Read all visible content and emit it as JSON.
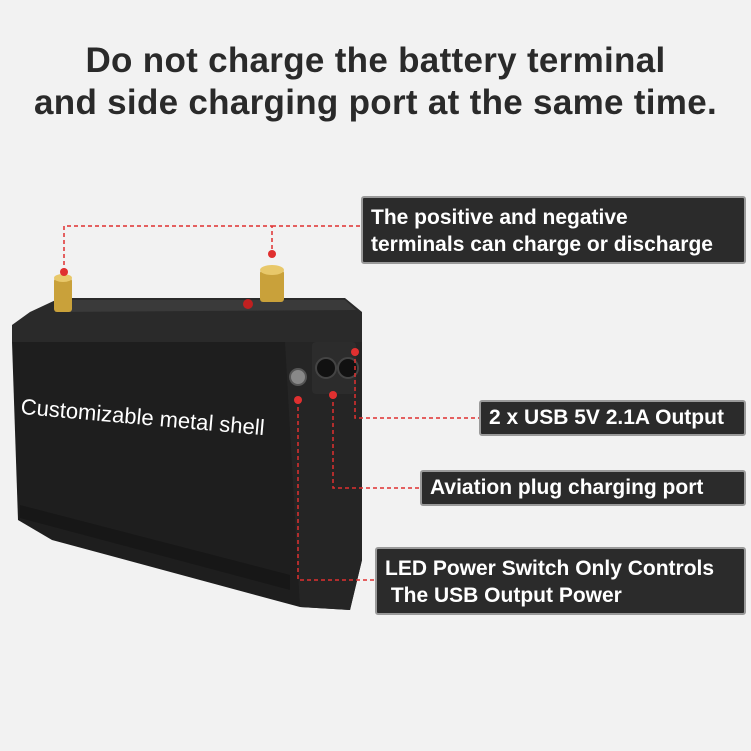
{
  "headline": {
    "line1": "Do not charge the battery terminal",
    "line2": "and side charging port at the same time."
  },
  "callouts": [
    {
      "line1": "The positive and negative",
      "line2": "terminals can charge or discharge"
    },
    {
      "line1": "2 x USB 5V 2.1A Output"
    },
    {
      "line1": "Aviation plug  charging port"
    },
    {
      "line1": "LED Power Switch Only Controls",
      "line2": " The USB Output Power"
    }
  ],
  "shell_label": "Customizable metal shell",
  "colors": {
    "background": "#f2f2f2",
    "battery_body": "#1f1f1f",
    "callout_fill": "#2b2b2b",
    "callout_border": "#9a9a9a",
    "leader_line": "#e03030",
    "terminal": "#c9a13a"
  }
}
